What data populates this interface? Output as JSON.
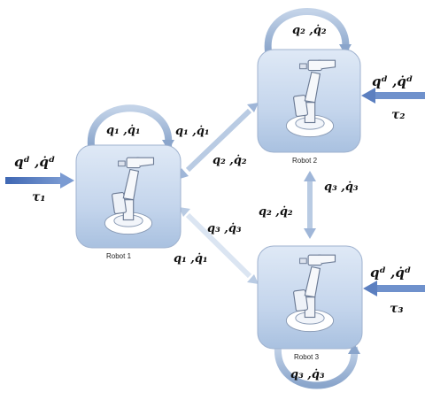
{
  "robots": [
    {
      "id": "robot1",
      "caption": "Robot 1",
      "self_loop": "q₁ ,q̇₁",
      "input_state": "qᵈ ,q̇ᵈ",
      "torque": "τ₁"
    },
    {
      "id": "robot2",
      "caption": "Robot 2",
      "self_loop": "q₂ ,q̇₂",
      "input_state": "qᵈ ,q̇ᵈ",
      "torque": "τ₂"
    },
    {
      "id": "robot3",
      "caption": "Robot 3",
      "self_loop": "q₃ ,q̇₃",
      "input_state": "qᵈ ,q̇ᵈ",
      "torque": "τ₃"
    }
  ],
  "links": {
    "r1_r2_forward": "q₁ ,q̇₁",
    "r1_r2_back": "q₂ ,q̇₂",
    "r2_r3_down": "q₃ ,q̇₃",
    "r2_r3_up": "q₂ ,q̇₂",
    "r1_r3_forward": "q₃ ,q̇₃",
    "r1_r3_back": "q₁ ,q̇₁"
  },
  "colors": {
    "robot_box": "#c9d9ee",
    "loop_arrow": "#9db4d3",
    "input_arrow": "#5b7fc0",
    "link_arrow": "#b9cbe3"
  }
}
